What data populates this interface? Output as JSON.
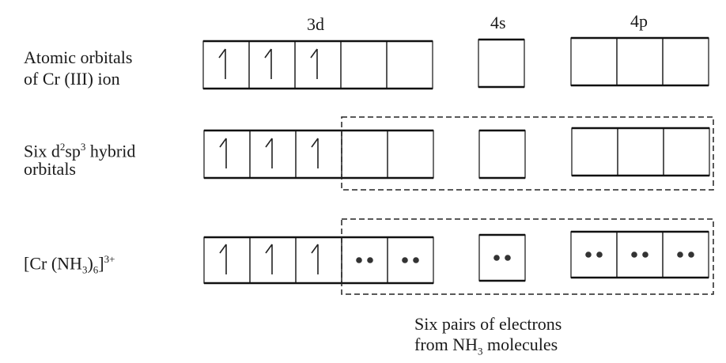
{
  "headers": {
    "d3": "3d",
    "s4": "4s",
    "p4": "4p"
  },
  "rows": [
    {
      "label_line1": "Atomic orbitals",
      "label_line2": "of Cr (III) ion",
      "d": [
        "up",
        "up",
        "up",
        "",
        ""
      ],
      "s": [
        ""
      ],
      "p": [
        "",
        "",
        ""
      ],
      "hybrid_box": false
    },
    {
      "label_prefix": "Six d",
      "label_sup1": "2",
      "label_mid": "sp",
      "label_sup2": "3",
      "label_suffix": " hybrid",
      "label_line2": "orbitals",
      "d": [
        "up",
        "up",
        "up",
        "",
        ""
      ],
      "s": [
        ""
      ],
      "p": [
        "",
        "",
        ""
      ],
      "hybrid_box": true
    },
    {
      "label_a": "[Cr (NH",
      "label_sub1": "3",
      "label_b": ")",
      "label_sub2": "6",
      "label_c": "]",
      "label_sup": "3+",
      "d": [
        "up",
        "up",
        "up",
        "pair",
        "pair"
      ],
      "s": [
        "pair"
      ],
      "p": [
        "pair",
        "pair",
        "pair"
      ],
      "hybrid_box": true
    }
  ],
  "caption": {
    "line1": "Six pairs of electrons",
    "line2_a": "from NH",
    "line2_sub": "3",
    "line2_b": " molecules"
  }
}
